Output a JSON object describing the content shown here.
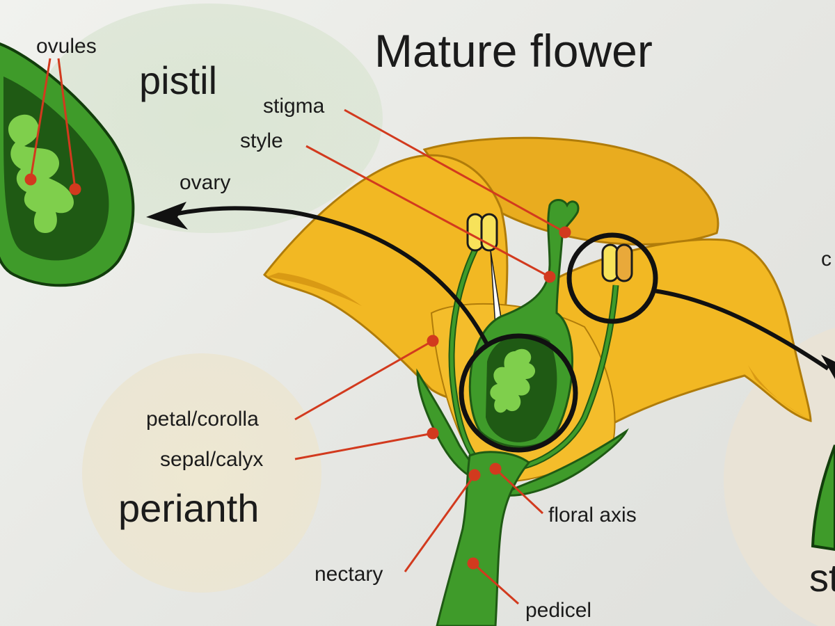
{
  "title": "Mature flower",
  "regions": {
    "pistil": "pistil",
    "perianth": "perianth",
    "stamen_partial": "st",
    "stamen_partial_top": "c"
  },
  "labels": {
    "ovules": "ovules",
    "stigma": "stigma",
    "style": "style",
    "ovary": "ovary",
    "petal": "petal/corolla",
    "sepal": "sepal/calyx",
    "floral_axis": "floral axis",
    "nectary": "nectary",
    "pedicel": "pedicel"
  },
  "colors": {
    "leader_line": "#d23a1e",
    "petal": "#f2b823",
    "petal_dark": "#d99a14",
    "green": "#3f9b2a",
    "green_dark": "#1f5a14",
    "green_light": "#7fcf4c",
    "pistil_bubble": "#d9e5d2",
    "perianth_bubble": "#ece7d4"
  }
}
